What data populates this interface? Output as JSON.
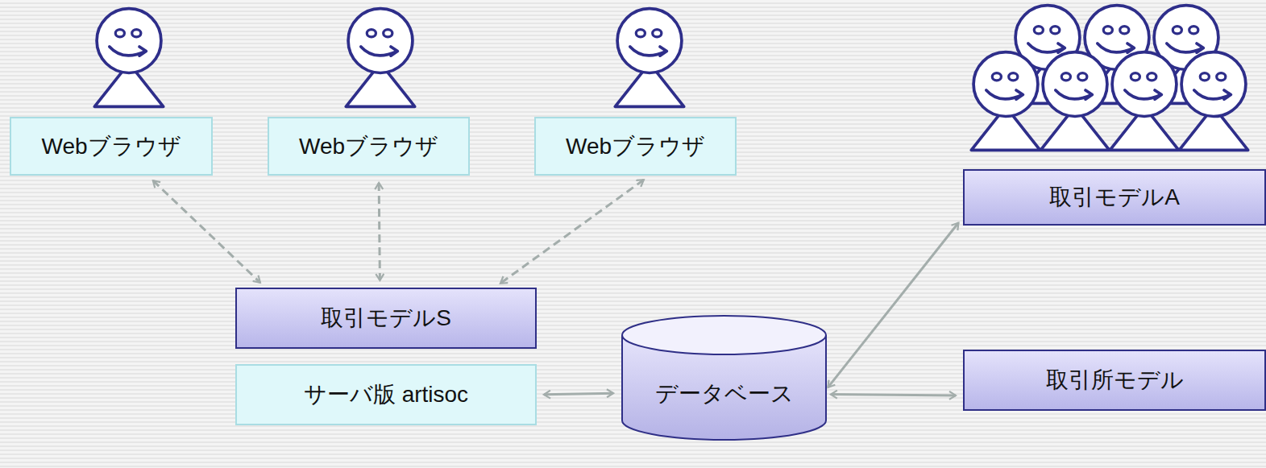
{
  "diagram": {
    "nodes": [
      {
        "text": [
          "Webブラウザ"
        ]
      },
      {
        "text": [
          "Webブラウザ"
        ]
      },
      {
        "text": [
          "Webブラウザ"
        ]
      },
      {
        "text": [
          "取引モデルS"
        ]
      },
      {
        "text": [
          "サーバ版 artisoc"
        ]
      },
      {
        "text": [
          "データベース"
        ]
      },
      {
        "text": [
          "取引モデルA"
        ]
      },
      {
        "text": [
          "取引所モデル"
        ]
      }
    ],
    "edges": [
      {
        "from": 0,
        "to": 3,
        "arrow": "both"
      },
      {
        "from": 1,
        "to": 3,
        "arrow": "both"
      },
      {
        "from": 2,
        "to": 3,
        "arrow": "both"
      },
      {
        "from": 4,
        "to": 5,
        "arrow": "both"
      },
      {
        "from": 5,
        "to": 6,
        "arrow": "both"
      },
      {
        "from": 5,
        "to": 7,
        "arrow": "both"
      }
    ]
  }
}
